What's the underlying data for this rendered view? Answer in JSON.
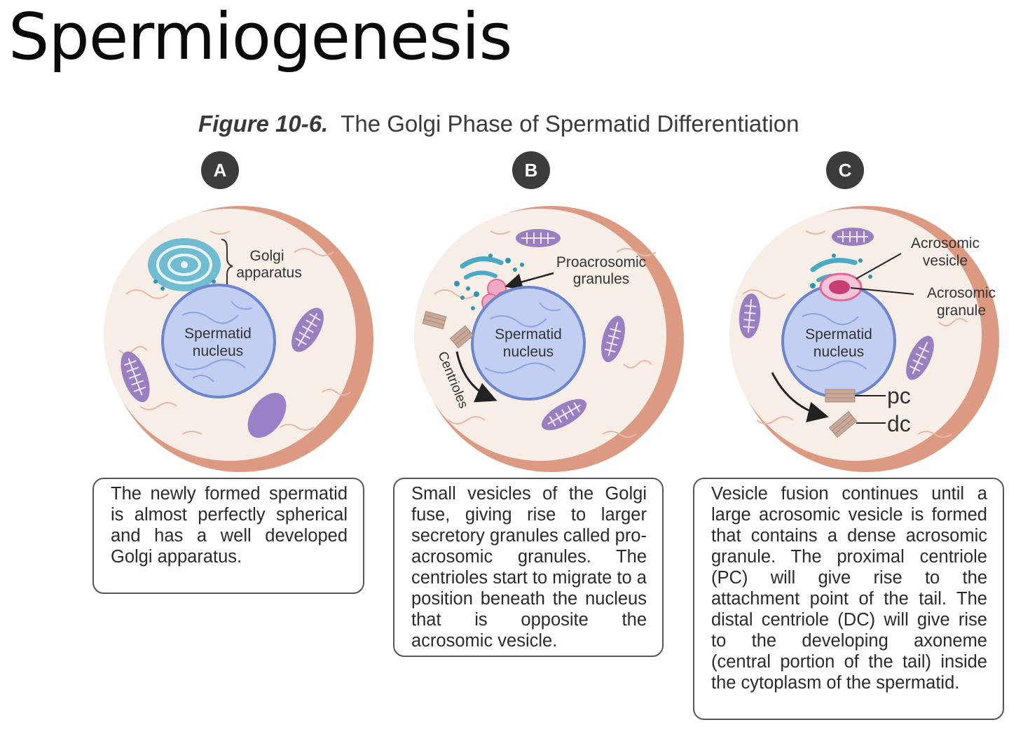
{
  "title": "Spermiogenesis",
  "figure": {
    "label": "Figure  10-6.",
    "caption": "The Golgi Phase of Spermatid Differentiation"
  },
  "panels": [
    {
      "badge": "A",
      "nucleus_label": [
        "Spermatid",
        "nucleus"
      ],
      "labels": {
        "golgi": [
          "Golgi",
          "apparatus"
        ]
      },
      "description": "The newly formed spermatid is almost perfectly spherical and has a well developed Golgi apparatus."
    },
    {
      "badge": "B",
      "nucleus_label": [
        "Spermatid",
        "nucleus"
      ],
      "labels": {
        "proacrosomic": [
          "Proacrosomic",
          "granules"
        ],
        "centrioles": "Centrioles"
      },
      "description": "Small vesicles of the Golgi fuse, giving rise to larger secretory granules called pro-acrosomic granules. The centrioles start to migrate to a position beneath the nucleus that is opposite the acrosomic vesicle."
    },
    {
      "badge": "C",
      "nucleus_label": [
        "Spermatid",
        "nucleus"
      ],
      "labels": {
        "acrosomic_vesicle": [
          "Acrosomic",
          "vesicle"
        ],
        "acrosomic_granule": [
          "Acrosomic",
          "granule"
        ],
        "pc": "pc",
        "dc": "dc"
      },
      "description": "Vesicle fusion continues until a large acrosomic vesicle is formed that contains a dense acrosomic granule. The proximal centriole (PC) will give rise to the attachment point of the tail. The distal centriole (DC) will give rise to the developing axoneme (central portion of the tail) inside the cytoplasm of the spermatid."
    }
  ],
  "colors": {
    "membrane": "#d9927a",
    "cytoplasm": "#f8eee8",
    "nucleus": "#bcc9ef",
    "nucleus_edge": "#6b86cf",
    "mitochondria": "#9a7fc0",
    "golgi": "#2f95b2",
    "granule": "#e06a98",
    "centriole": "#b08f7f"
  }
}
